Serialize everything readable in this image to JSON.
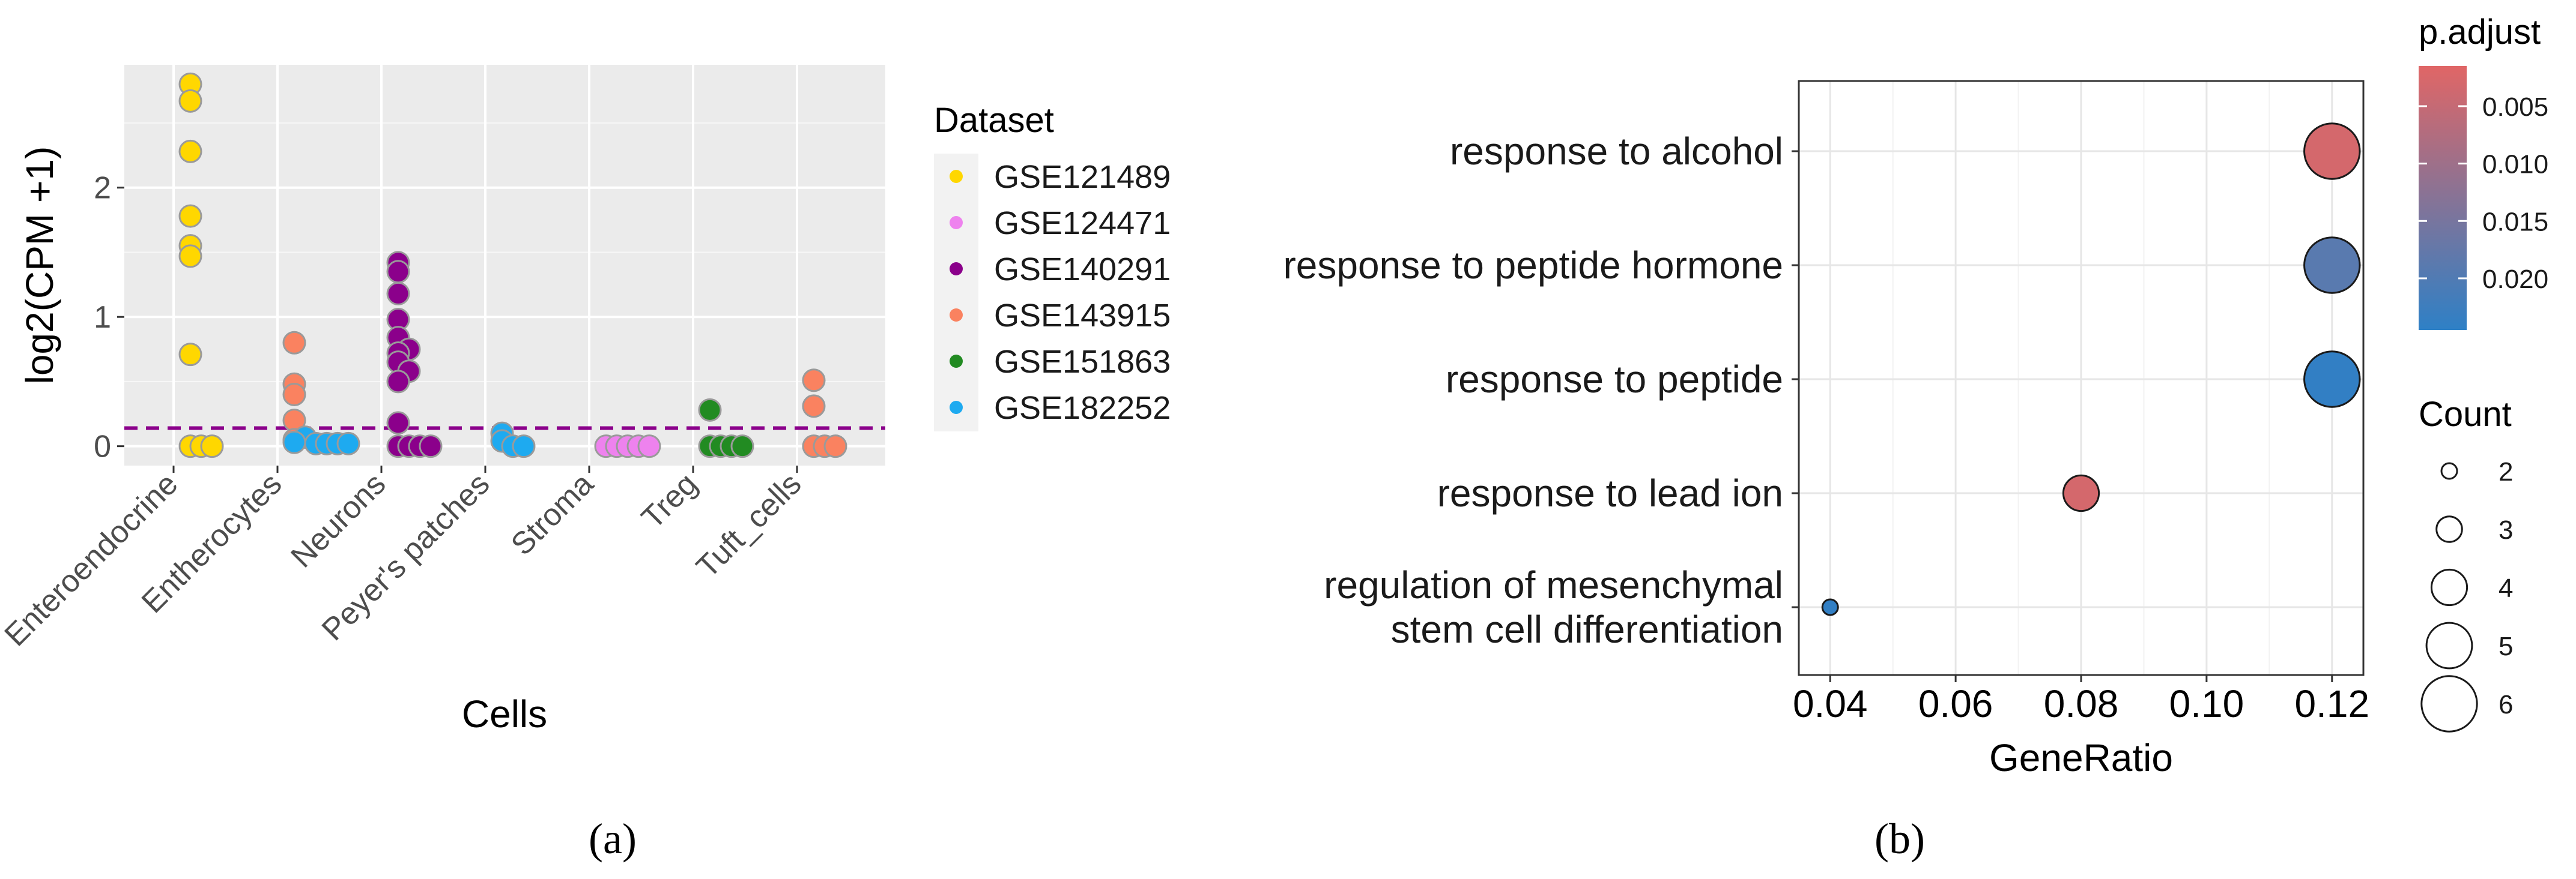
{
  "chart_data": [
    {
      "type": "scatter",
      "panel_label": "(a)",
      "xlabel": "Cells",
      "ylabel": "log2(CPM +1)",
      "ylim": [
        -0.15,
        2.95
      ],
      "yticks": [
        0,
        1,
        2
      ],
      "categories": [
        "Enteroendocrine",
        "Entherocytes",
        "Neurons",
        "Peyer's patches",
        "Stroma",
        "Treg",
        "Tuft_cells"
      ],
      "threshold_line": 0.14,
      "threshold_color": "#8b008b",
      "grid": true,
      "legend": {
        "title": "Dataset",
        "placement": "right",
        "items": [
          {
            "label": "GSE121489",
            "color": "#ffd700"
          },
          {
            "label": "GSE124471",
            "color": "#ee82ee"
          },
          {
            "label": "GSE140291",
            "color": "#8b008b"
          },
          {
            "label": "GSE143915",
            "color": "#fa8260"
          },
          {
            "label": "GSE151863",
            "color": "#228b22"
          },
          {
            "label": "GSE182252",
            "color": "#1eaaf0"
          }
        ]
      },
      "series": [
        {
          "name": "GSE121489",
          "points": [
            {
              "x": "Enteroendocrine",
              "y": 2.8,
              "offset": 0
            },
            {
              "x": "Enteroendocrine",
              "y": 2.67,
              "offset": 0
            },
            {
              "x": "Enteroendocrine",
              "y": 2.28,
              "offset": 0
            },
            {
              "x": "Enteroendocrine",
              "y": 1.78,
              "offset": 0
            },
            {
              "x": "Enteroendocrine",
              "y": 1.55,
              "offset": 0
            },
            {
              "x": "Enteroendocrine",
              "y": 1.47,
              "offset": 0
            },
            {
              "x": "Enteroendocrine",
              "y": 0.71,
              "offset": 0
            },
            {
              "x": "Enteroendocrine",
              "y": 0,
              "offset": 0
            },
            {
              "x": "Enteroendocrine",
              "y": 0,
              "offset": 1
            },
            {
              "x": "Enteroendocrine",
              "y": 0,
              "offset": 2
            }
          ]
        },
        {
          "name": "GSE124471",
          "points": [
            {
              "x": "Stroma",
              "y": 0,
              "offset": 0
            },
            {
              "x": "Stroma",
              "y": 0,
              "offset": 1
            },
            {
              "x": "Stroma",
              "y": 0,
              "offset": 2
            },
            {
              "x": "Stroma",
              "y": 0,
              "offset": 3
            },
            {
              "x": "Stroma",
              "y": 0,
              "offset": 4
            }
          ]
        },
        {
          "name": "GSE140291",
          "points": [
            {
              "x": "Neurons",
              "y": 1.42,
              "offset": 0
            },
            {
              "x": "Neurons",
              "y": 1.35,
              "offset": 0
            },
            {
              "x": "Neurons",
              "y": 1.18,
              "offset": 0
            },
            {
              "x": "Neurons",
              "y": 0.98,
              "offset": 0
            },
            {
              "x": "Neurons",
              "y": 0.84,
              "offset": 0
            },
            {
              "x": "Neurons",
              "y": 0.75,
              "offset": 1
            },
            {
              "x": "Neurons",
              "y": 0.72,
              "offset": 0
            },
            {
              "x": "Neurons",
              "y": 0.65,
              "offset": 0
            },
            {
              "x": "Neurons",
              "y": 0.58,
              "offset": 1
            },
            {
              "x": "Neurons",
              "y": 0.5,
              "offset": 0
            },
            {
              "x": "Neurons",
              "y": 0.18,
              "offset": 0
            },
            {
              "x": "Neurons",
              "y": 0,
              "offset": 0
            },
            {
              "x": "Neurons",
              "y": 0,
              "offset": 1
            },
            {
              "x": "Neurons",
              "y": 0,
              "offset": 2
            },
            {
              "x": "Neurons",
              "y": 0,
              "offset": 3
            }
          ]
        },
        {
          "name": "GSE143915",
          "points": [
            {
              "x": "Entherocytes",
              "y": 0.8,
              "offset": 0
            },
            {
              "x": "Entherocytes",
              "y": 0.48,
              "offset": 0
            },
            {
              "x": "Entherocytes",
              "y": 0.4,
              "offset": 0
            },
            {
              "x": "Entherocytes",
              "y": 0.2,
              "offset": 0
            },
            {
              "x": "Entherocytes",
              "y": 0.05,
              "offset": 0
            },
            {
              "x": "Tuft_cells",
              "y": 0.51,
              "offset": 0
            },
            {
              "x": "Tuft_cells",
              "y": 0.31,
              "offset": 0
            },
            {
              "x": "Tuft_cells",
              "y": 0,
              "offset": 0
            },
            {
              "x": "Tuft_cells",
              "y": 0,
              "offset": 1
            },
            {
              "x": "Tuft_cells",
              "y": 0,
              "offset": 2
            }
          ]
        },
        {
          "name": "GSE151863",
          "points": [
            {
              "x": "Treg",
              "y": 0.28,
              "offset": 0
            },
            {
              "x": "Treg",
              "y": 0,
              "offset": 0
            },
            {
              "x": "Treg",
              "y": 0,
              "offset": 1
            },
            {
              "x": "Treg",
              "y": 0,
              "offset": 2
            },
            {
              "x": "Treg",
              "y": 0,
              "offset": 3
            }
          ]
        },
        {
          "name": "GSE182252",
          "points": [
            {
              "x": "Entherocytes",
              "y": 0.07,
              "offset": 1
            },
            {
              "x": "Entherocytes",
              "y": 0.03,
              "offset": 0
            },
            {
              "x": "Entherocytes",
              "y": 0.02,
              "offset": 2
            },
            {
              "x": "Entherocytes",
              "y": 0.02,
              "offset": 3
            },
            {
              "x": "Entherocytes",
              "y": 0.02,
              "offset": 4
            },
            {
              "x": "Entherocytes",
              "y": 0.02,
              "offset": 5
            },
            {
              "x": "Peyer's patches",
              "y": 0.1,
              "offset": 0
            },
            {
              "x": "Peyer's patches",
              "y": 0.04,
              "offset": 0
            },
            {
              "x": "Peyer's patches",
              "y": 0,
              "offset": 1
            },
            {
              "x": "Peyer's patches",
              "y": 0,
              "offset": 2
            }
          ]
        }
      ]
    },
    {
      "type": "scatter",
      "panel_label": "(b)",
      "xlabel": "GeneRatio",
      "ylabel": "",
      "xlim": [
        0.035,
        0.125
      ],
      "xticks": [
        0.04,
        0.06,
        0.08,
        0.1,
        0.12
      ],
      "xtick_labels": [
        "0.04",
        "0.06",
        "0.08",
        "0.10",
        "0.12"
      ],
      "grid": true,
      "categories": [
        [
          "response to alcohol"
        ],
        [
          "response to peptide hormone"
        ],
        [
          "response to peptide"
        ],
        [
          "response to lead ion"
        ],
        [
          "regulation of mesenchymal",
          "stem cell differentiation"
        ]
      ],
      "points": [
        {
          "term": "response to alcohol",
          "gene_ratio": 0.12,
          "count": 6,
          "p_adjust": 0.003
        },
        {
          "term": "response to peptide hormone",
          "gene_ratio": 0.12,
          "count": 6,
          "p_adjust": 0.019
        },
        {
          "term": "response to peptide",
          "gene_ratio": 0.12,
          "count": 6,
          "p_adjust": 0.024
        },
        {
          "term": "response to lead ion",
          "gene_ratio": 0.08,
          "count": 4,
          "p_adjust": 0.003
        },
        {
          "term": "regulation of mesenchymal stem cell differentiation",
          "gene_ratio": 0.04,
          "count": 2,
          "p_adjust": 0.024
        }
      ],
      "color_legend": {
        "title": "p.adjust",
        "domain": [
          0.0015,
          0.0245
        ],
        "ticks": [
          0.005,
          0.01,
          0.015,
          0.02
        ],
        "tick_labels": [
          "0.005",
          "0.010",
          "0.015",
          "0.020"
        ],
        "low_color": "#e06666",
        "high_color": "#2e80c6",
        "placement": "right"
      },
      "size_legend": {
        "title": "Count",
        "values": [
          2,
          3,
          4,
          5,
          6
        ],
        "labels": [
          "2",
          "3",
          "4",
          "5",
          "6"
        ],
        "placement": "right"
      }
    }
  ]
}
